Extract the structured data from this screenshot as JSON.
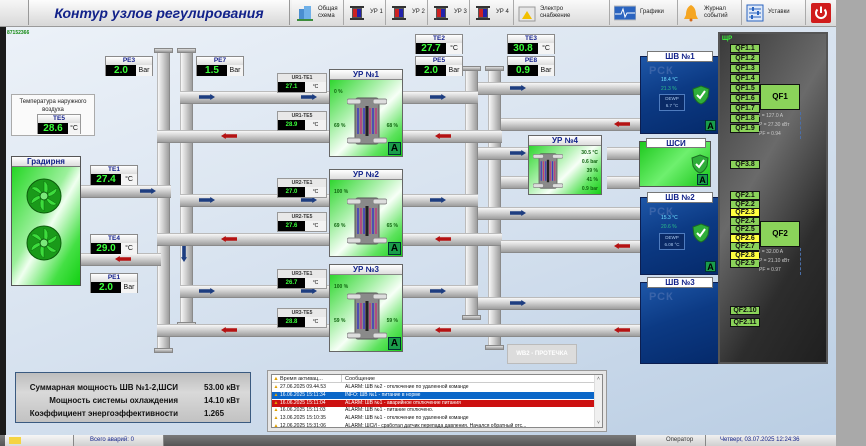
{
  "header": {
    "title": "Контур узлов регулирования",
    "nav": [
      {
        "label": "Общая схема",
        "icon": "building-icon"
      },
      {
        "label": "УР 1",
        "icon": "heat-exchanger-icon"
      },
      {
        "label": "УР 2",
        "icon": "heat-exchanger-icon"
      },
      {
        "label": "УР 3",
        "icon": "heat-exchanger-icon"
      },
      {
        "label": "УР 4",
        "icon": "heat-exchanger-icon"
      },
      {
        "label": "Электро снабжение",
        "icon": "electric-panel-icon"
      },
      {
        "label": "Графики",
        "icon": "chart-icon"
      },
      {
        "label": "Журнал событий",
        "icon": "bell-icon"
      },
      {
        "label": "Уставки",
        "icon": "sliders-icon"
      }
    ],
    "power_icon": "power-icon"
  },
  "code": "87152366",
  "outdoor": {
    "title": "Температура наружного воздуха",
    "sensor": {
      "label": "TE5",
      "value": "28.6",
      "unit": "°C"
    }
  },
  "sensors": {
    "pe3": {
      "label": "PE3",
      "value": "2.0",
      "unit": "Bar"
    },
    "pe7": {
      "label": "PE7",
      "value": "1.5",
      "unit": "Bar"
    },
    "te2": {
      "label": "TE2",
      "value": "27.7",
      "unit": "°C"
    },
    "te3": {
      "label": "TE3",
      "value": "30.8",
      "unit": "°C"
    },
    "pe5": {
      "label": "PE5",
      "value": "2.0",
      "unit": "Bar"
    },
    "pe8": {
      "label": "PE8",
      "value": "0.9",
      "unit": "Bar"
    },
    "te1": {
      "label": "TE1",
      "value": "27.4",
      "unit": "°C"
    },
    "te4": {
      "label": "TE4",
      "value": "29.0",
      "unit": "°C"
    },
    "pe1": {
      "label": "PE1",
      "value": "2.0",
      "unit": "Bar"
    }
  },
  "cooling_tower": {
    "title": "Градирня"
  },
  "units": [
    {
      "title": "УР №1",
      "te1": {
        "label": "UR1-TE1",
        "value": "27.1",
        "unit": "°C"
      },
      "te5": {
        "label": "UR1-TE5",
        "value": "28.9",
        "unit": "°C"
      },
      "top": "0 %",
      "left": "69 %",
      "right": "68 %",
      "mode": "A"
    },
    {
      "title": "УР №2",
      "te1": {
        "label": "UR2-TE1",
        "value": "27.0",
        "unit": "°C"
      },
      "te5": {
        "label": "UR2-TE5",
        "value": "27.6",
        "unit": "°C"
      },
      "top": "100 %",
      "left": "69 %",
      "right": "65 %",
      "mode": "A"
    },
    {
      "title": "УР №3",
      "te1": {
        "label": "UR3-TE1",
        "value": "26.7",
        "unit": "°C"
      },
      "te5": {
        "label": "UR3-TE5",
        "value": "28.8",
        "unit": "°C"
      },
      "top": "100 %",
      "left": "59 %",
      "right": "59 %",
      "mode": "A"
    }
  ],
  "ur4": {
    "title": "УР №4",
    "readings": [
      "30.5 °C",
      "0.6 bar",
      "39 %",
      "41 %",
      "0.9 bar"
    ]
  },
  "cabinets": [
    {
      "title": "ШВ №1",
      "logo": "РСК",
      "temp": "18.4 °C",
      "hum": "21.3 %",
      "dew_label": "DEWP",
      "dew": "6.7 °C",
      "mode": "A"
    },
    {
      "title": "ШВ №2",
      "logo": "РСК",
      "temp": "15.3 °C",
      "hum": "20.6 %",
      "dew_label": "DEWP",
      "dew": "6.08 °C",
      "mode": "A"
    },
    {
      "title": "ШВ №3",
      "logo": "РСК"
    }
  ],
  "shci": {
    "title": "ШСИ",
    "mode": "A"
  },
  "leak": {
    "label": "WB2 - ПРОТЕЧКА"
  },
  "switchboard": {
    "title": "ЩР",
    "group1": [
      {
        "label": "QF1.1",
        "state": "on"
      },
      {
        "label": "QF1.2",
        "state": "on"
      },
      {
        "label": "QF1.3",
        "state": "on"
      },
      {
        "label": "QF1.4",
        "state": "on"
      },
      {
        "label": "QF1.5",
        "state": "on"
      },
      {
        "label": "QF1.6",
        "state": "on"
      },
      {
        "label": "QF1.7",
        "state": "on"
      },
      {
        "label": "QF1.8",
        "state": "on"
      },
      {
        "label": "QF1.9",
        "state": "on"
      }
    ],
    "qf38": {
      "label": "QF3.8"
    },
    "qf1": {
      "label": "QF1",
      "i": "I = 127.0 A",
      "p": "P = 27.30 кВт",
      "pf": "PF = 0.94"
    },
    "group2": [
      {
        "label": "QF2.1",
        "state": "on"
      },
      {
        "label": "QF2.2",
        "state": "on"
      },
      {
        "label": "QF2.3",
        "state": "warn"
      },
      {
        "label": "QF2.4",
        "state": "on"
      },
      {
        "label": "QF2.5",
        "state": "on"
      },
      {
        "label": "QF2.6",
        "state": "warn"
      },
      {
        "label": "QF2.7",
        "state": "on"
      },
      {
        "label": "QF2.8",
        "state": "warn"
      },
      {
        "label": "QF2.9",
        "state": "on"
      }
    ],
    "qf2": {
      "label": "QF2",
      "i": "I = 32.00 A",
      "p": "P = 21.10 кВт",
      "pf": "PF = 0.97"
    },
    "qf210": {
      "label": "QF2.10"
    },
    "qf211": {
      "label": "QF2.11"
    },
    "colors": {
      "on": "#8bd35a",
      "warn": "#ffff40"
    }
  },
  "summary": [
    {
      "label": "Суммарная мощность ШВ №1-2,ШСИ",
      "value": "53.00 кВт"
    },
    {
      "label": "Мощность системы охлаждения",
      "value": "14.10 кВт"
    },
    {
      "label": "Коэффициент энергоэффективности",
      "value": "1.265"
    }
  ],
  "log": {
    "col_time": "Время активац...",
    "col_msg": "Сообщение",
    "rows": [
      {
        "time": "27.06.2025 09.44.53",
        "msg": "ALARM: ШВ №2 - отключение по удаленной команде",
        "style": ""
      },
      {
        "time": "16.06.2025 15:11:34",
        "msg": "INFO: ШВ №1 - питание в норме",
        "style": "sel-blue"
      },
      {
        "time": "16.06.2025 15:11:04",
        "msg": "ALARM: ШВ №1 - аварийное отключение питания",
        "style": "sel-red"
      },
      {
        "time": "16.06.2025 15:11:03",
        "msg": "ALARM: ШВ №1 - питание отключено.",
        "style": ""
      },
      {
        "time": "13.06.2025 15:10:35",
        "msg": "ALARM: ШВ №1 - отключение по удаленной команде",
        "style": ""
      },
      {
        "time": "12.06.2025 15:31:06",
        "msg": "ALARM: ШСИ - сработал датчик перепада давления. Начался обратный отс...",
        "style": ""
      }
    ]
  },
  "statusbar": {
    "alarms": "Всего аварий: 0",
    "user": "Оператор",
    "datetime": "Четверг, 03.07.2025 12:24:36"
  }
}
